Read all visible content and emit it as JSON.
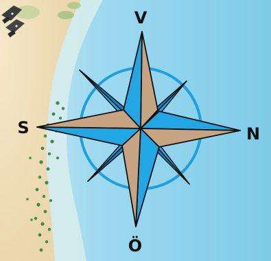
{
  "compass": {
    "top_label": "V",
    "left_label": "S",
    "right_label": "N",
    "bottom_label": "Ö"
  },
  "colors": {
    "sea": "#8fd3ec",
    "sea_shallow": "#d8eef0",
    "sand": "#f1e1bd",
    "beach_vegetation": "#3f8a4c",
    "compass_ring": "#1f9fe0",
    "compass_tan": "#c7a582",
    "compass_blue": "#22a6e4",
    "compass_outline": "#111111"
  },
  "icons": {
    "compass": "compass-rose-icon",
    "hut": "beach-hut-icon"
  }
}
